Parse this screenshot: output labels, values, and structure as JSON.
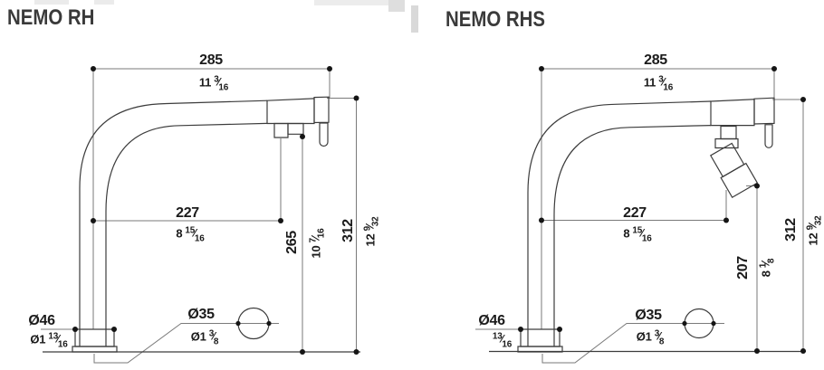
{
  "glyphs": {
    "fraction_slash": "⁄"
  },
  "diagrams": [
    {
      "title": "NEMO RH",
      "overall_width": {
        "mm": "285",
        "inch_whole": "11",
        "inch_num": "3",
        "inch_den": "16"
      },
      "spout_reach": {
        "mm": "227",
        "inch_whole": "8",
        "inch_num": "15",
        "inch_den": "16"
      },
      "outlet_height": {
        "mm": "265",
        "inch_whole": "10",
        "inch_num": "7",
        "inch_den": "16"
      },
      "overall_height": {
        "mm": "312",
        "inch_whole": "12",
        "inch_num": "9",
        "inch_den": "32"
      },
      "base_diameter": {
        "mm": "Ø46",
        "inch_whole": "Ø1",
        "inch_num": "13",
        "inch_den": "16"
      },
      "hole_diameter": {
        "mm": "Ø35",
        "inch_whole": "Ø1",
        "inch_num": "3",
        "inch_den": "8"
      }
    },
    {
      "title": "NEMO RHS",
      "overall_width": {
        "mm": "285",
        "inch_whole": "11",
        "inch_num": "3",
        "inch_den": "16"
      },
      "spout_reach": {
        "mm": "227",
        "inch_whole": "8",
        "inch_num": "15",
        "inch_den": "16"
      },
      "outlet_height": {
        "mm": "207",
        "inch_whole": "8",
        "inch_num": "1",
        "inch_den": "8"
      },
      "overall_height": {
        "mm": "312",
        "inch_whole": "12",
        "inch_num": "9",
        "inch_den": "32"
      },
      "base_diameter": {
        "mm": "Ø46",
        "inch_whole": "",
        "inch_num": "13",
        "inch_den": "16"
      },
      "hole_diameter": {
        "mm": "Ø35",
        "inch_whole": "Ø1",
        "inch_num": "3",
        "inch_den": "8"
      }
    }
  ]
}
